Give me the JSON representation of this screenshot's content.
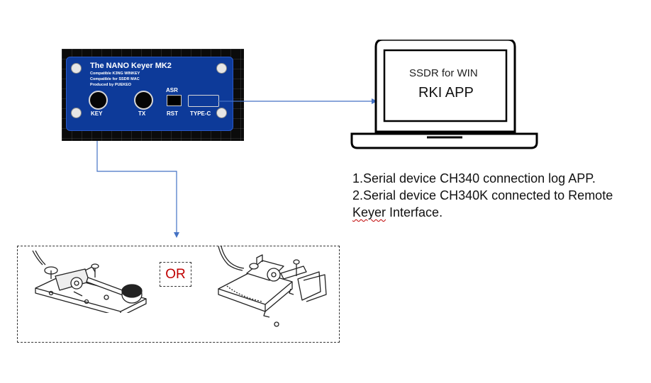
{
  "device": {
    "title": "The NANO Keyer MK2",
    "compat_line1": "Compatible K3NG WINKEY",
    "compat_line2": "Compatible for SSDR MAC",
    "producer": "Produced by PUEKEO",
    "ports": {
      "key": "KEY",
      "tx": "TX",
      "asr": "ASR",
      "rst": "RST",
      "typec": "TYPE-C"
    }
  },
  "laptop": {
    "line1": "SSDR for WIN",
    "line2": "RKI APP"
  },
  "description": {
    "line1": "1.Serial device CH340 connection log APP.",
    "line2": "2.Serial device CH340K connected to Remote",
    "line3_word1": "Keyer",
    "line3_rest": " Interface."
  },
  "paddles": {
    "or_label": "OR"
  },
  "colors": {
    "arrow": "#4472c4",
    "panel": "#0d3a99",
    "or_text": "#c00000"
  }
}
